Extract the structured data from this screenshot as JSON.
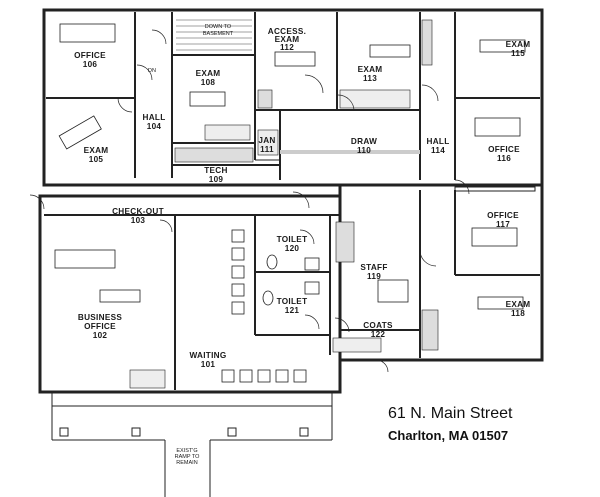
{
  "rooms": [
    {
      "id": "office-106",
      "name": "OFFICE",
      "number": "106"
    },
    {
      "id": "exam-108",
      "name": "EXAM",
      "number": "108"
    },
    {
      "id": "access-exam-112",
      "name": "ACCESS. EXAM",
      "number": "112"
    },
    {
      "id": "exam-113",
      "name": "EXAM",
      "number": "113"
    },
    {
      "id": "exam-115",
      "name": "EXAM",
      "number": "115"
    },
    {
      "id": "hall-104",
      "name": "HALL",
      "number": "104"
    },
    {
      "id": "exam-105",
      "name": "EXAM",
      "number": "105"
    },
    {
      "id": "jan-111",
      "name": "JAN",
      "number": "111"
    },
    {
      "id": "draw-110",
      "name": "DRAW",
      "number": "110"
    },
    {
      "id": "hall-114",
      "name": "HALL",
      "number": "114"
    },
    {
      "id": "office-116",
      "name": "OFFICE",
      "number": "116"
    },
    {
      "id": "tech-109",
      "name": "TECH",
      "number": "109"
    },
    {
      "id": "check-out-103",
      "name": "CHECK-OUT",
      "number": "103"
    },
    {
      "id": "office-117",
      "name": "OFFICE",
      "number": "117"
    },
    {
      "id": "toilet-120",
      "name": "TOILET",
      "number": "120"
    },
    {
      "id": "staff-119",
      "name": "STAFF",
      "number": "119"
    },
    {
      "id": "toilet-121",
      "name": "TOILET",
      "number": "121"
    },
    {
      "id": "business-office-102",
      "name": "BUSINESS OFFICE",
      "number": "102"
    },
    {
      "id": "exam-118",
      "name": "EXAM",
      "number": "118"
    },
    {
      "id": "coats-122",
      "name": "COATS",
      "number": "122"
    },
    {
      "id": "waiting-101",
      "name": "WAITING",
      "number": "101"
    }
  ],
  "notes": {
    "stairs": "DOWN TO BASEMENT",
    "ramp": "EXIST'G RAMP TO REMAIN",
    "dn": "DN"
  },
  "address": {
    "street": "61 N. Main Street",
    "city": "Charlton, MA 01507"
  }
}
